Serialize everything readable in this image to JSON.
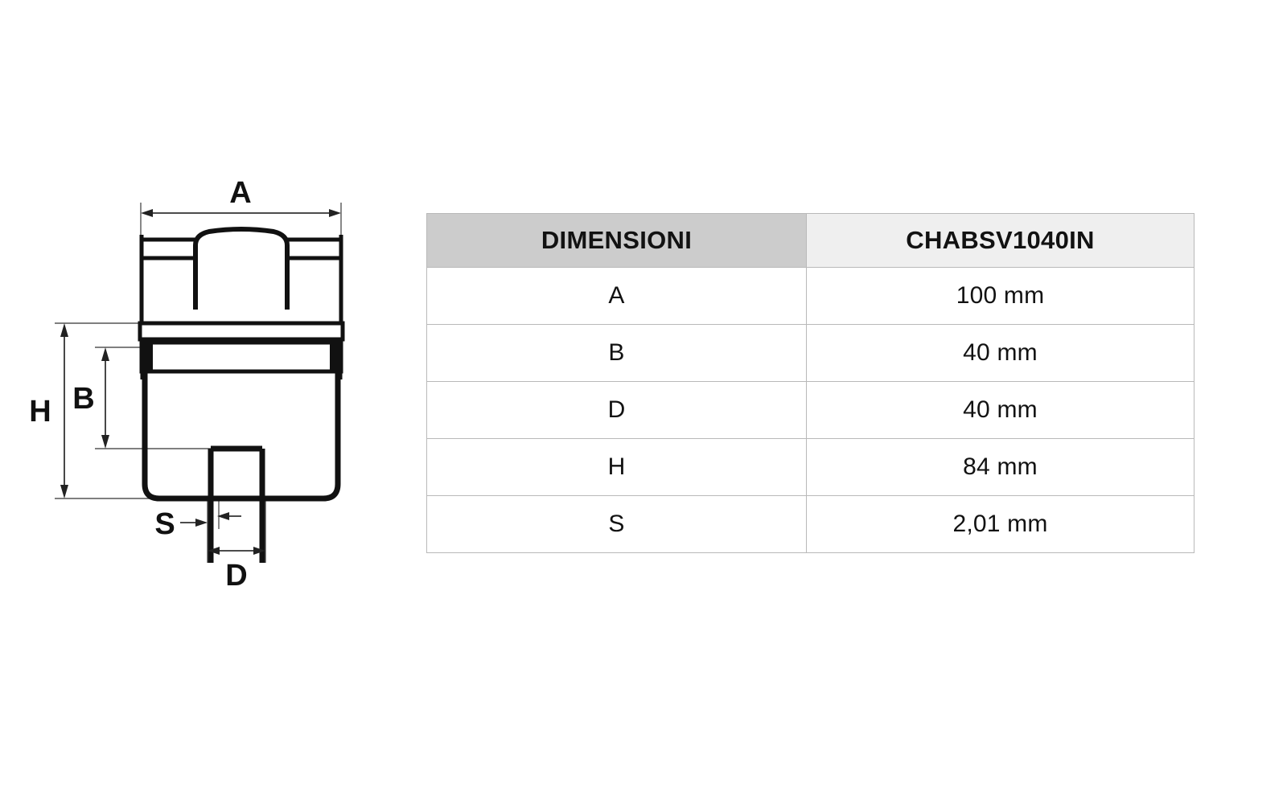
{
  "drawing": {
    "name": "floor-drain-cross-section",
    "dimension_labels": [
      {
        "key": "A",
        "text": "A",
        "placement": "top-width"
      },
      {
        "key": "H",
        "text": "H",
        "placement": "left-outer-height"
      },
      {
        "key": "B",
        "text": "B",
        "placement": "left-inner-height"
      },
      {
        "key": "S",
        "text": "S",
        "placement": "bottom-wall-thickness"
      },
      {
        "key": "D",
        "text": "D",
        "placement": "bottom-outlet-width"
      }
    ],
    "line_color": "#111111",
    "dim_line_color": "#555555"
  },
  "table": {
    "headers": {
      "label": "DIMENSIONI",
      "value": "CHABSV1040IN"
    },
    "header_colors": {
      "label_bg": "#cccccc",
      "value_bg": "#efefef"
    },
    "rows": [
      {
        "label": "A",
        "value": "100 mm"
      },
      {
        "label": "B",
        "value": "40 mm"
      },
      {
        "label": "D",
        "value": "40 mm"
      },
      {
        "label": "H",
        "value": "84 mm"
      },
      {
        "label": "S",
        "value": "2,01 mm"
      }
    ]
  }
}
